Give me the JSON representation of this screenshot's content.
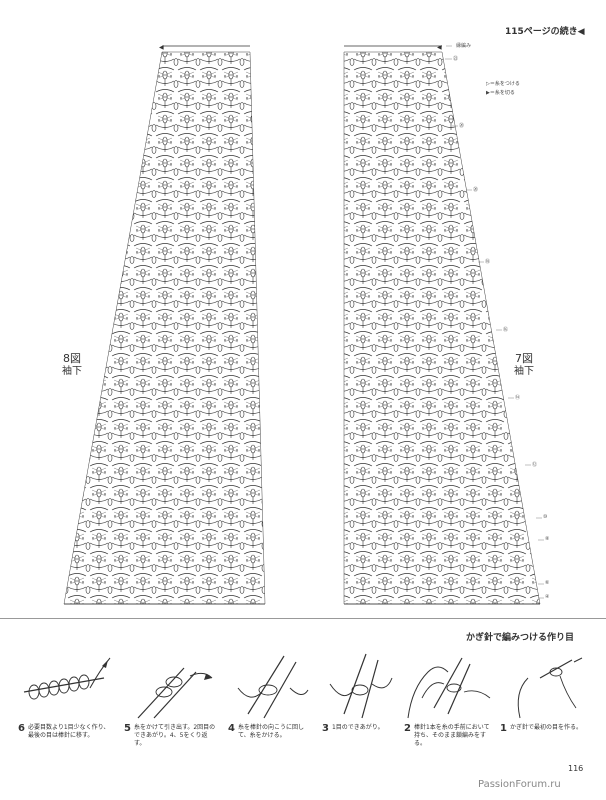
{
  "header": {
    "continued": "115ページの続き◀"
  },
  "figures": {
    "left": {
      "number": "8図",
      "part": "袖下"
    },
    "right": {
      "number": "7図",
      "part": "袖下"
    }
  },
  "chart_labels": {
    "edge": "縁編み",
    "rows": [
      "㉒",
      "⑳",
      "⑳",
      "⑱",
      "⑯",
      "⑭",
      "⑫",
      "⑩",
      "⑧",
      "⑥",
      "④",
      "②"
    ]
  },
  "legend": {
    "attach": "▷＝糸をつける",
    "cut": "▶＝糸を切る"
  },
  "method": {
    "title": "かぎ針で編みつける作り目",
    "steps": [
      {
        "num": "6",
        "text": "必要目数より1目少なく作り、最後の目は棒針に移す。"
      },
      {
        "num": "5",
        "text": "糸をかけて引き出す。2回目のできあがり。4、5をくり返す。"
      },
      {
        "num": "4",
        "text": "糸を棒針の向こうに回して、糸をかける。"
      },
      {
        "num": "3",
        "text": "1目のできあがり。"
      },
      {
        "num": "2",
        "text": "棒針1本を糸の手前において持ち、そのまま鎖編みをする。"
      },
      {
        "num": "1",
        "text": "かぎ針で最初の目を作る。"
      }
    ]
  },
  "page_number": "116",
  "watermark": "PassionForum.ru"
}
